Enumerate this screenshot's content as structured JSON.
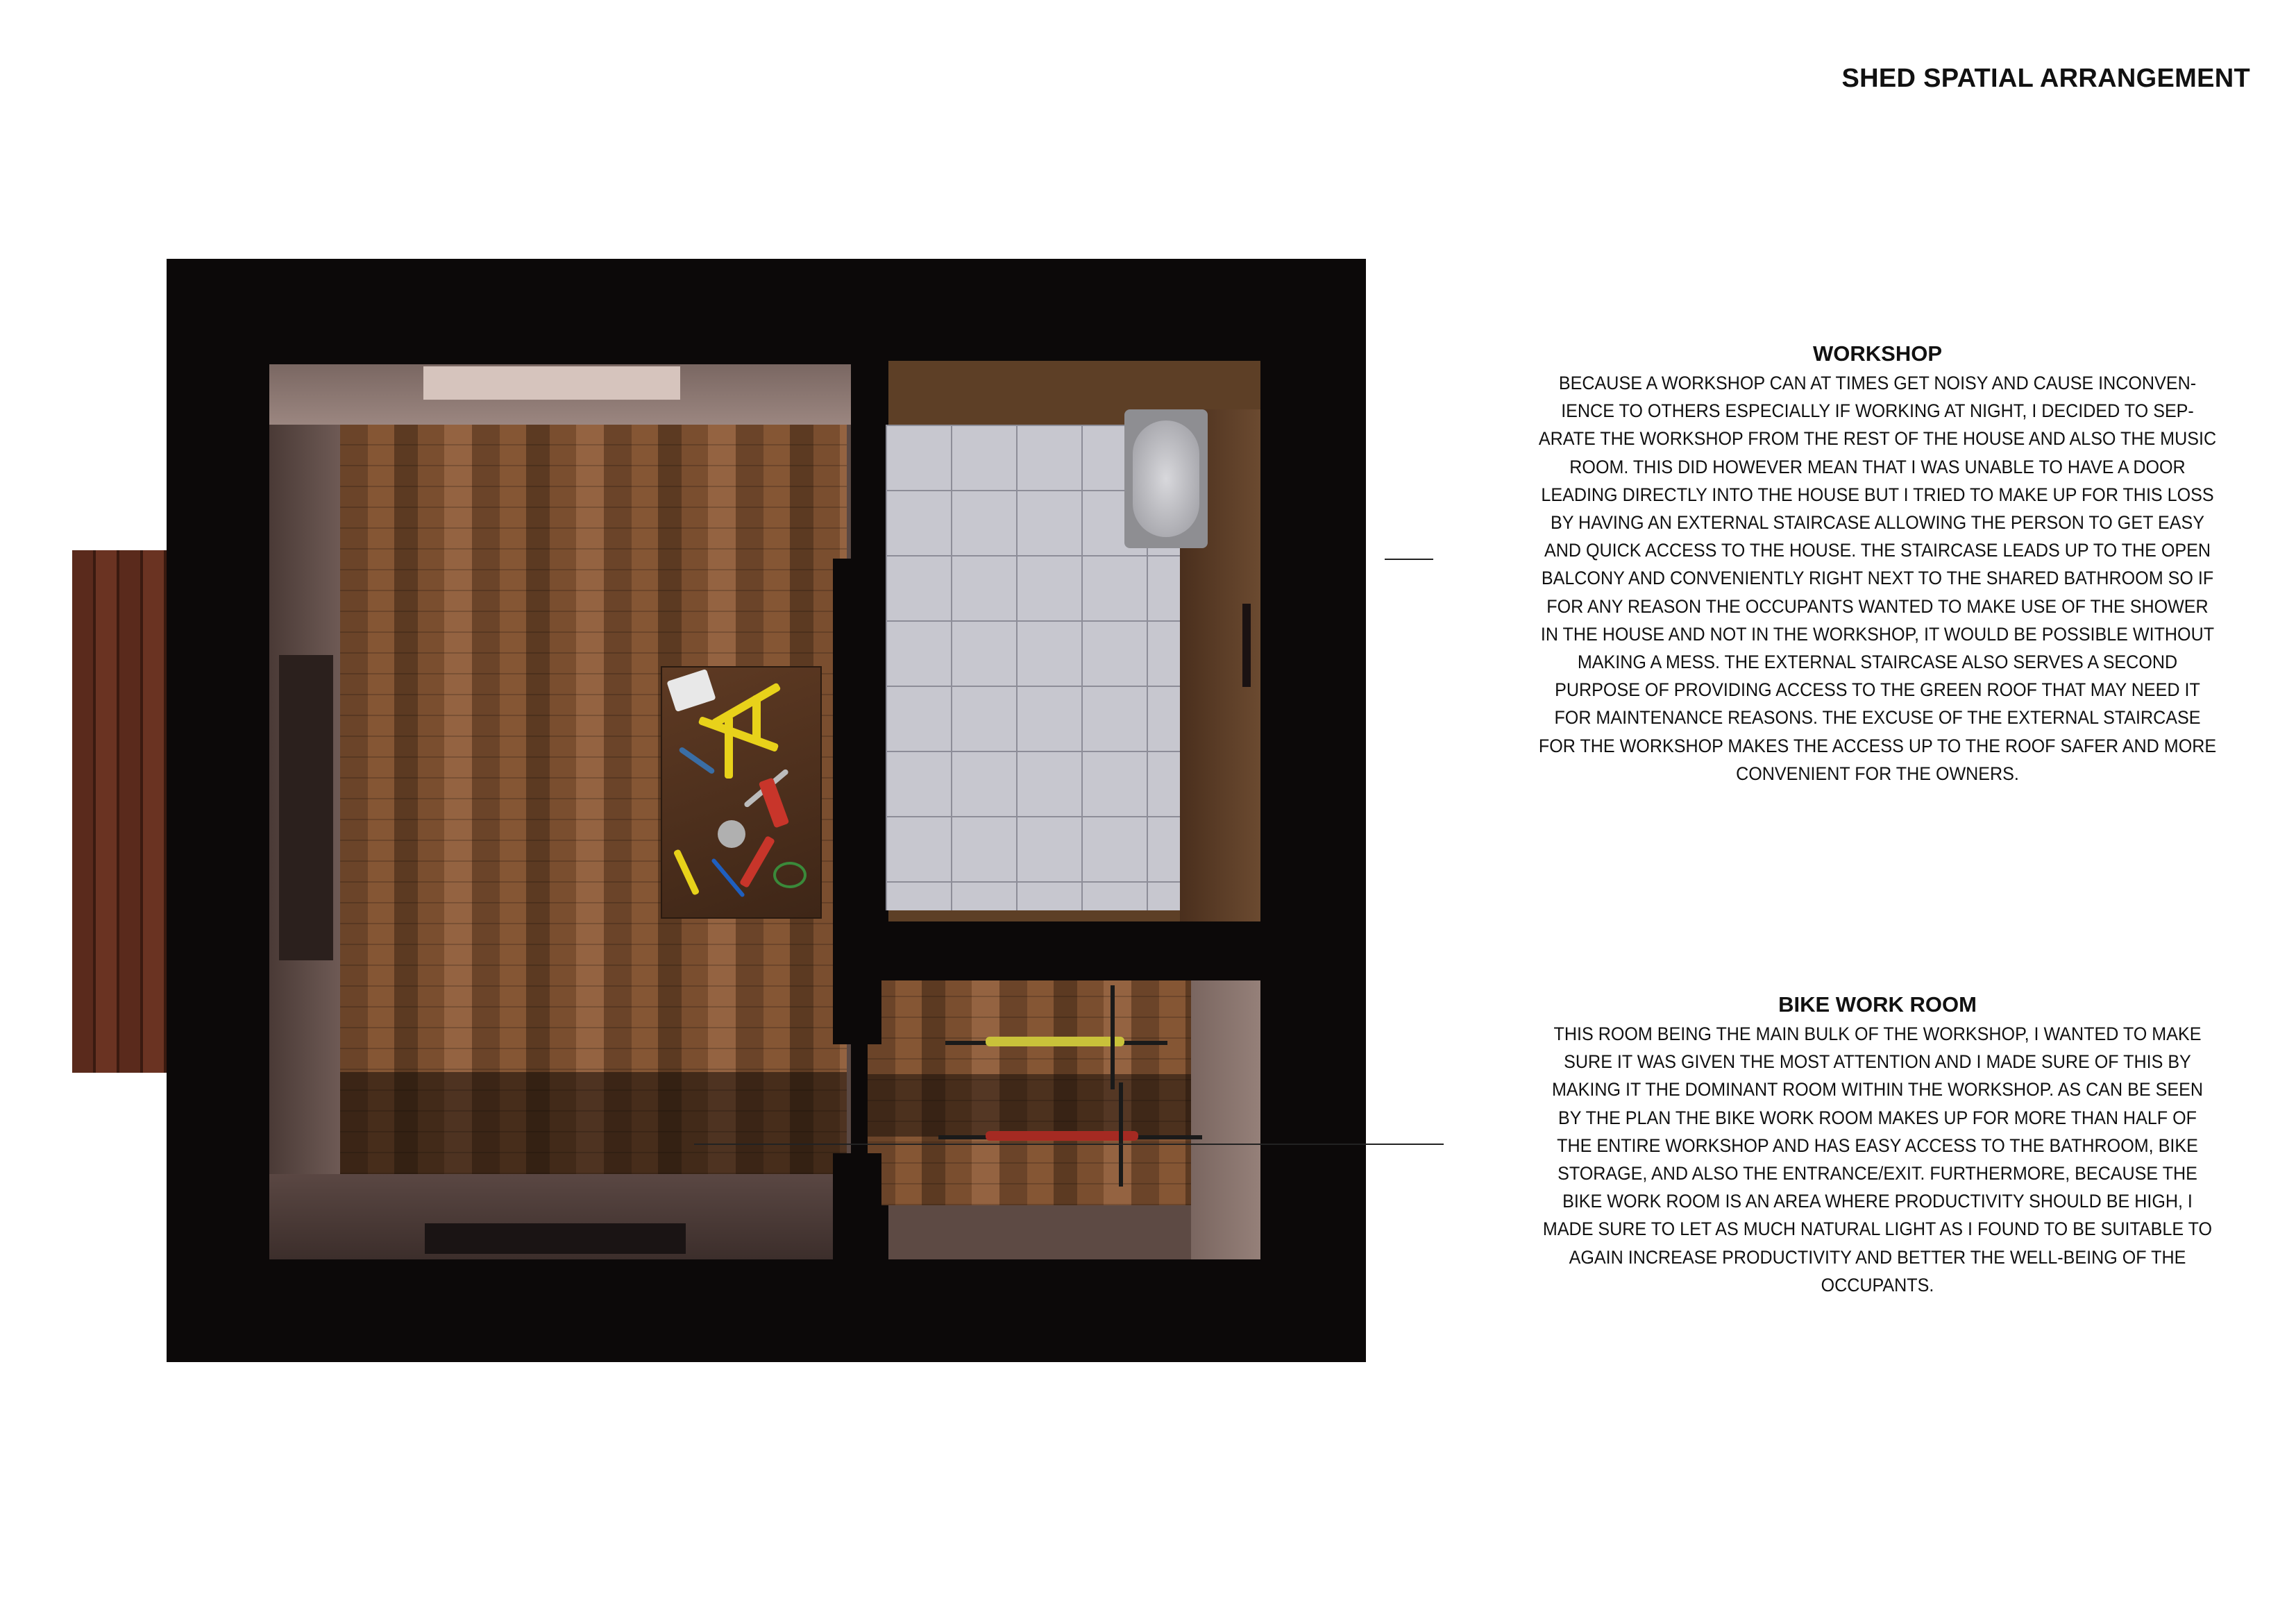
{
  "title": "SHED SPATIAL ARRANGEMENT",
  "sections": [
    {
      "heading": "WORKSHOP",
      "body": "BECAUSE A WORKSHOP CAN AT TIMES GET NOISY AND CAUSE INCONVEN-IENCE TO OTHERS ESPECIALLY IF WORKING AT NIGHT, I DECIDED TO SEP-ARATE THE WORKSHOP FROM THE REST OF THE HOUSE AND ALSO THE MUSIC ROOM. THIS DID HOWEVER MEAN THAT I WAS UNABLE TO HAVE A DOOR LEADING DIRECTLY INTO THE HOUSE BUT I TRIED TO MAKE UP FOR THIS LOSS BY HAVING AN EXTERNAL STAIRCASE ALLOWING THE PERSON TO GET EASY AND QUICK ACCESS TO THE HOUSE. THE STAIRCASE LEADS UP TO THE OPEN BALCONY AND CONVENIENTLY RIGHT NEXT TO THE SHARED BATHROOM SO IF FOR ANY REASON THE OCCUPANTS WANTED TO MAKE USE OF THE SHOWER IN THE HOUSE AND NOT IN THE WORKSHOP, IT WOULD BE POSSIBLE WITHOUT MAKING A MESS. THE EXTERNAL STAIRCASE ALSO SERVES A SECOND PURPOSE OF PROVIDING ACCESS TO THE GREEN ROOF THAT MAY NEED IT FOR MAINTENANCE REASONS. THE EXCUSE OF THE EXTERNAL STAIRCASE FOR THE WORKSHOP MAKES THE ACCESS UP TO THE ROOF SAFER AND MORE CONVENIENT FOR THE OWNERS."
    },
    {
      "heading": "BIKE WORK ROOM",
      "body": "THIS ROOM BEING THE MAIN BULK OF THE WORKSHOP, I WANTED TO MAKE SURE IT WAS GIVEN THE MOST ATTENTION AND I MADE SURE OF THIS BY MAKING IT THE DOMINANT ROOM WITHIN THE WORKSHOP. AS CAN BE SEEN BY THE PLAN THE BIKE WORK ROOM MAKES UP FOR MORE THAN HALF OF THE ENTIRE WORKSHOP AND HAS EASY ACCESS TO THE BATHROOM, BIKE STORAGE, AND ALSO THE ENTRANCE/EXIT. FURTHERMORE, BECAUSE THE BIKE WORK ROOM IS AN AREA WHERE PRODUCTIVITY SHOULD BE HIGH, I MADE SURE TO LET AS MUCH NATURAL LIGHT AS I FOUND TO BE SUITABLE TO AGAIN INCREASE PRODUCTIVITY AND BETTER THE WELL-BEING OF THE OCCUPANTS."
    }
  ],
  "colors": {
    "wall": "#0c0909",
    "wood": "#7a4e2f",
    "tile": "#c7c7cf",
    "tool_accent": "#e8d21a"
  }
}
